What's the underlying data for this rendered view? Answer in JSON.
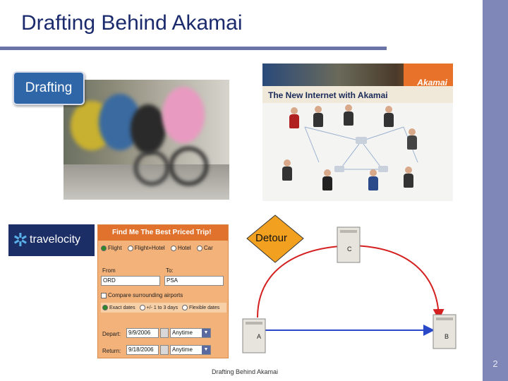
{
  "slide": {
    "title": "Drafting Behind Akamai",
    "number": "2",
    "footer": "Drafting Behind Akamai"
  },
  "drafting_label": "Drafting",
  "akamai_image": {
    "headline": "The New Internet with Akamai",
    "logo": "Akamai"
  },
  "travelocity": {
    "logo_text": "travelocity",
    "form_title": "Find Me The Best Priced Trip!",
    "trip_types": [
      "Flight",
      "Flight+Hotel",
      "Hotel",
      "Car"
    ],
    "from_label": "From",
    "to_label": "To:",
    "from_value": "ORD",
    "to_value": "PSA",
    "compare_label": "Compare surrounding airports",
    "date_options": [
      "Exact dates",
      "+/- 1 to 3 days",
      "Flexible dates"
    ],
    "depart_label": "Depart:",
    "return_label": "Return:",
    "depart_date": "9/9/2006",
    "return_date": "9/18/2006",
    "depart_time": "Anytime",
    "return_time": "Anytime"
  },
  "diagram": {
    "detour_label": "Detour",
    "servers": [
      "C",
      "A",
      "B"
    ],
    "colors": {
      "detour_path": "#d42020",
      "direct_path": "#2848c8",
      "diamond": "#f2a020"
    }
  },
  "colors": {
    "title": "#1a2a6c",
    "sidebar": "#7f86b8",
    "label_box": "#2e66a8"
  }
}
